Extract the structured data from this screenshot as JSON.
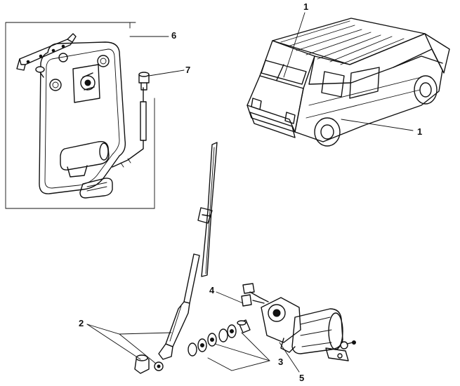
{
  "callouts": {
    "c1a": "1",
    "c1b": "1",
    "c2": "2",
    "c3": "3",
    "c4": "4",
    "c5": "5",
    "c6": "6",
    "c7": "7"
  }
}
